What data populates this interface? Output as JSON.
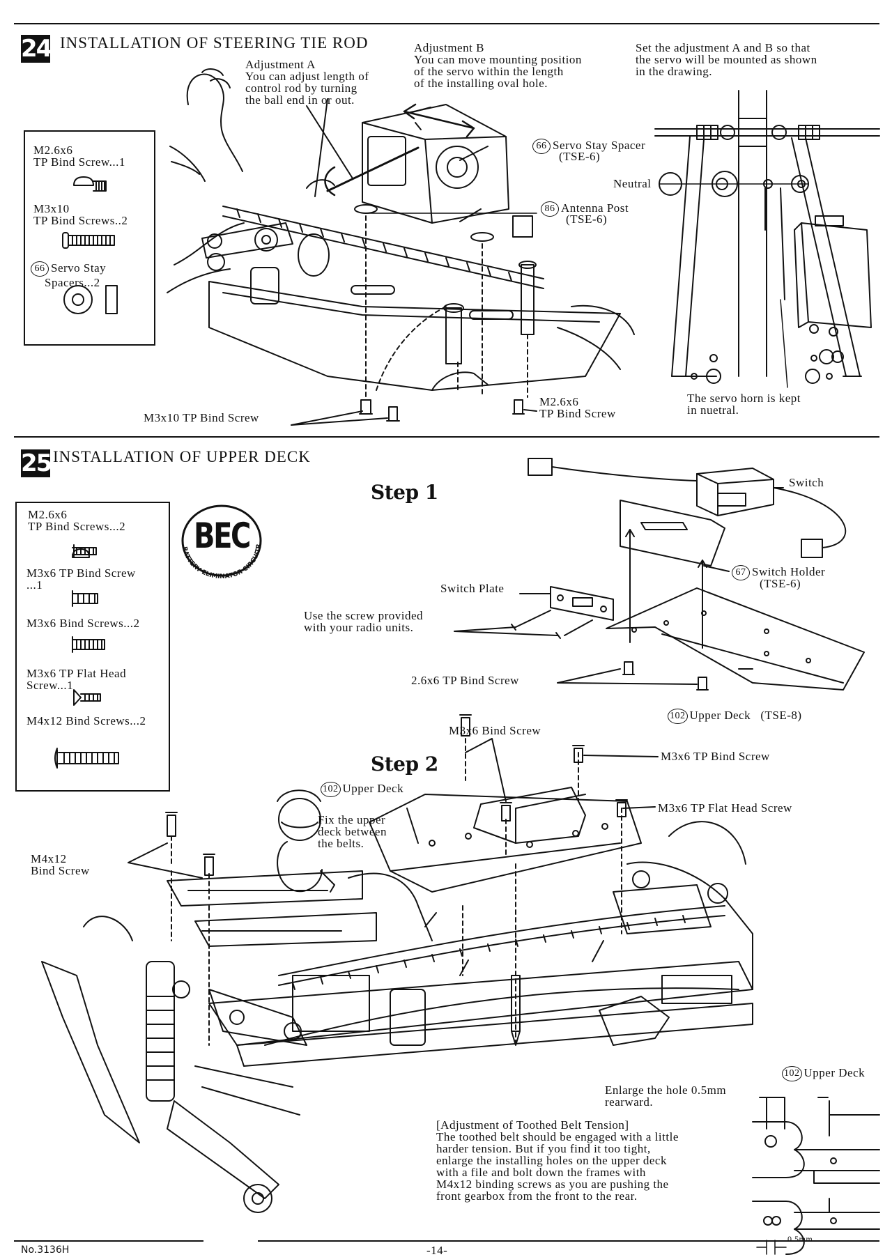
{
  "step24": {
    "number": "24",
    "title": "INSTALLATION OF STEERING TIE ROD",
    "adjustment_a": [
      "Adjustment A",
      "You can adjust length of",
      "control rod by turning",
      "the ball end in or out."
    ],
    "adjustment_b": [
      "Adjustment B",
      "You can move mounting position",
      "of the servo within the length",
      "of the installing oval hole."
    ],
    "set_note": [
      "Set the adjustment A and B so that",
      "the servo will be mounted as shown",
      "in the drawing."
    ],
    "parts": [
      {
        "name": "M2.6x6",
        "desc": "TP Bind Screw...1"
      },
      {
        "name": "M3x10",
        "desc": "TP Bind Screws..2"
      },
      {
        "num": "66",
        "name": "Servo Stay",
        "desc": "Spacers...2"
      }
    ],
    "callouts": {
      "servo_stay_spacer_num": "66",
      "servo_stay_spacer": "Servo Stay Spacer",
      "servo_stay_spacer_code": "(TSE-6)",
      "antenna_post_num": "86",
      "antenna_post": "Antenna Post",
      "antenna_post_code": "(TSE-6)",
      "neutral": "Neutral",
      "m3x10": "M3x10 TP Bind Screw",
      "m26x6_a": "M2.6x6",
      "m26x6_b": "TP Bind Screw",
      "servo_horn": [
        "The servo horn is kept",
        "in nuetral."
      ]
    }
  },
  "step25": {
    "number": "25",
    "title": "INSTALLATION OF UPPER DECK",
    "bec_logo": {
      "big": "BEC",
      "ring": "BATTERY ELIMINATOR CIRCUITRY"
    },
    "parts": [
      {
        "name": "M2.6x6",
        "desc": "TP Bind Screws...2"
      },
      {
        "name": "M3x6 TP Bind Screw",
        "desc": "...1"
      },
      {
        "name": "M3x6 Bind Screws...2",
        "desc": ""
      },
      {
        "name": "M3x6 TP Flat Head",
        "desc": "Screw...1"
      },
      {
        "name": "M4x12 Bind Screws...2",
        "desc": ""
      }
    ],
    "step1": {
      "heading": "Step 1",
      "switch": "Switch",
      "switch_holder_num": "67",
      "switch_holder": "Switch Holder",
      "switch_holder_code": "(TSE-6)",
      "switch_plate": "Switch Plate",
      "use_screw": [
        "Use the screw provided",
        "with your radio units."
      ],
      "bind_screw": "2.6x6 TP Bind Screw",
      "upper_deck_num": "102",
      "upper_deck": "Upper Deck",
      "upper_deck_code": "(TSE-8)"
    },
    "step2": {
      "heading": "Step 2",
      "m3x6_bind": "M3x6 Bind Screw",
      "m3x6_tp_bind": "M3x6 TP Bind Screw",
      "m3x6_flat": "M3x6 TP Flat Head Screw",
      "upper_deck_num": "102",
      "upper_deck": "Upper Deck",
      "fix_note": [
        "Fix the upper",
        "deck between",
        "the belts."
      ],
      "m4x12": [
        "M4x12",
        "Bind Screw"
      ]
    },
    "detail": {
      "upper_deck_num": "102",
      "upper_deck": "Upper Deck",
      "enlarge": [
        "Enlarge the hole 0.5mm",
        "rearward."
      ],
      "dimension": "0.5mm"
    },
    "belt_tension": [
      "[Adjustment of Toothed Belt Tension]",
      "The toothed belt should be engaged with a little",
      "harder tension. But if you find it too tight,",
      "enlarge the installing holes on the upper deck",
      "with a file and bolt down the frames with",
      "M4x12 binding screws as you are pushing the",
      "front gearbox from the front to the rear."
    ]
  },
  "footer": {
    "model": "No.3136H",
    "page": "-14-"
  }
}
